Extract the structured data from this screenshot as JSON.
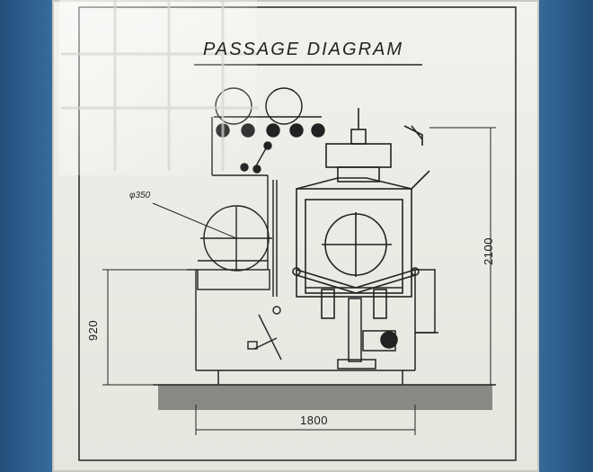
{
  "diagram": {
    "title": "PASSAGE DIAGRAM",
    "diameter_label": "φ350",
    "dim_height_lower": "920",
    "dim_height_total": "2100",
    "dim_width": "1800"
  },
  "colors": {
    "wall": "#2f6193",
    "paper": "#ecece6",
    "ink": "#1f1f1f"
  }
}
